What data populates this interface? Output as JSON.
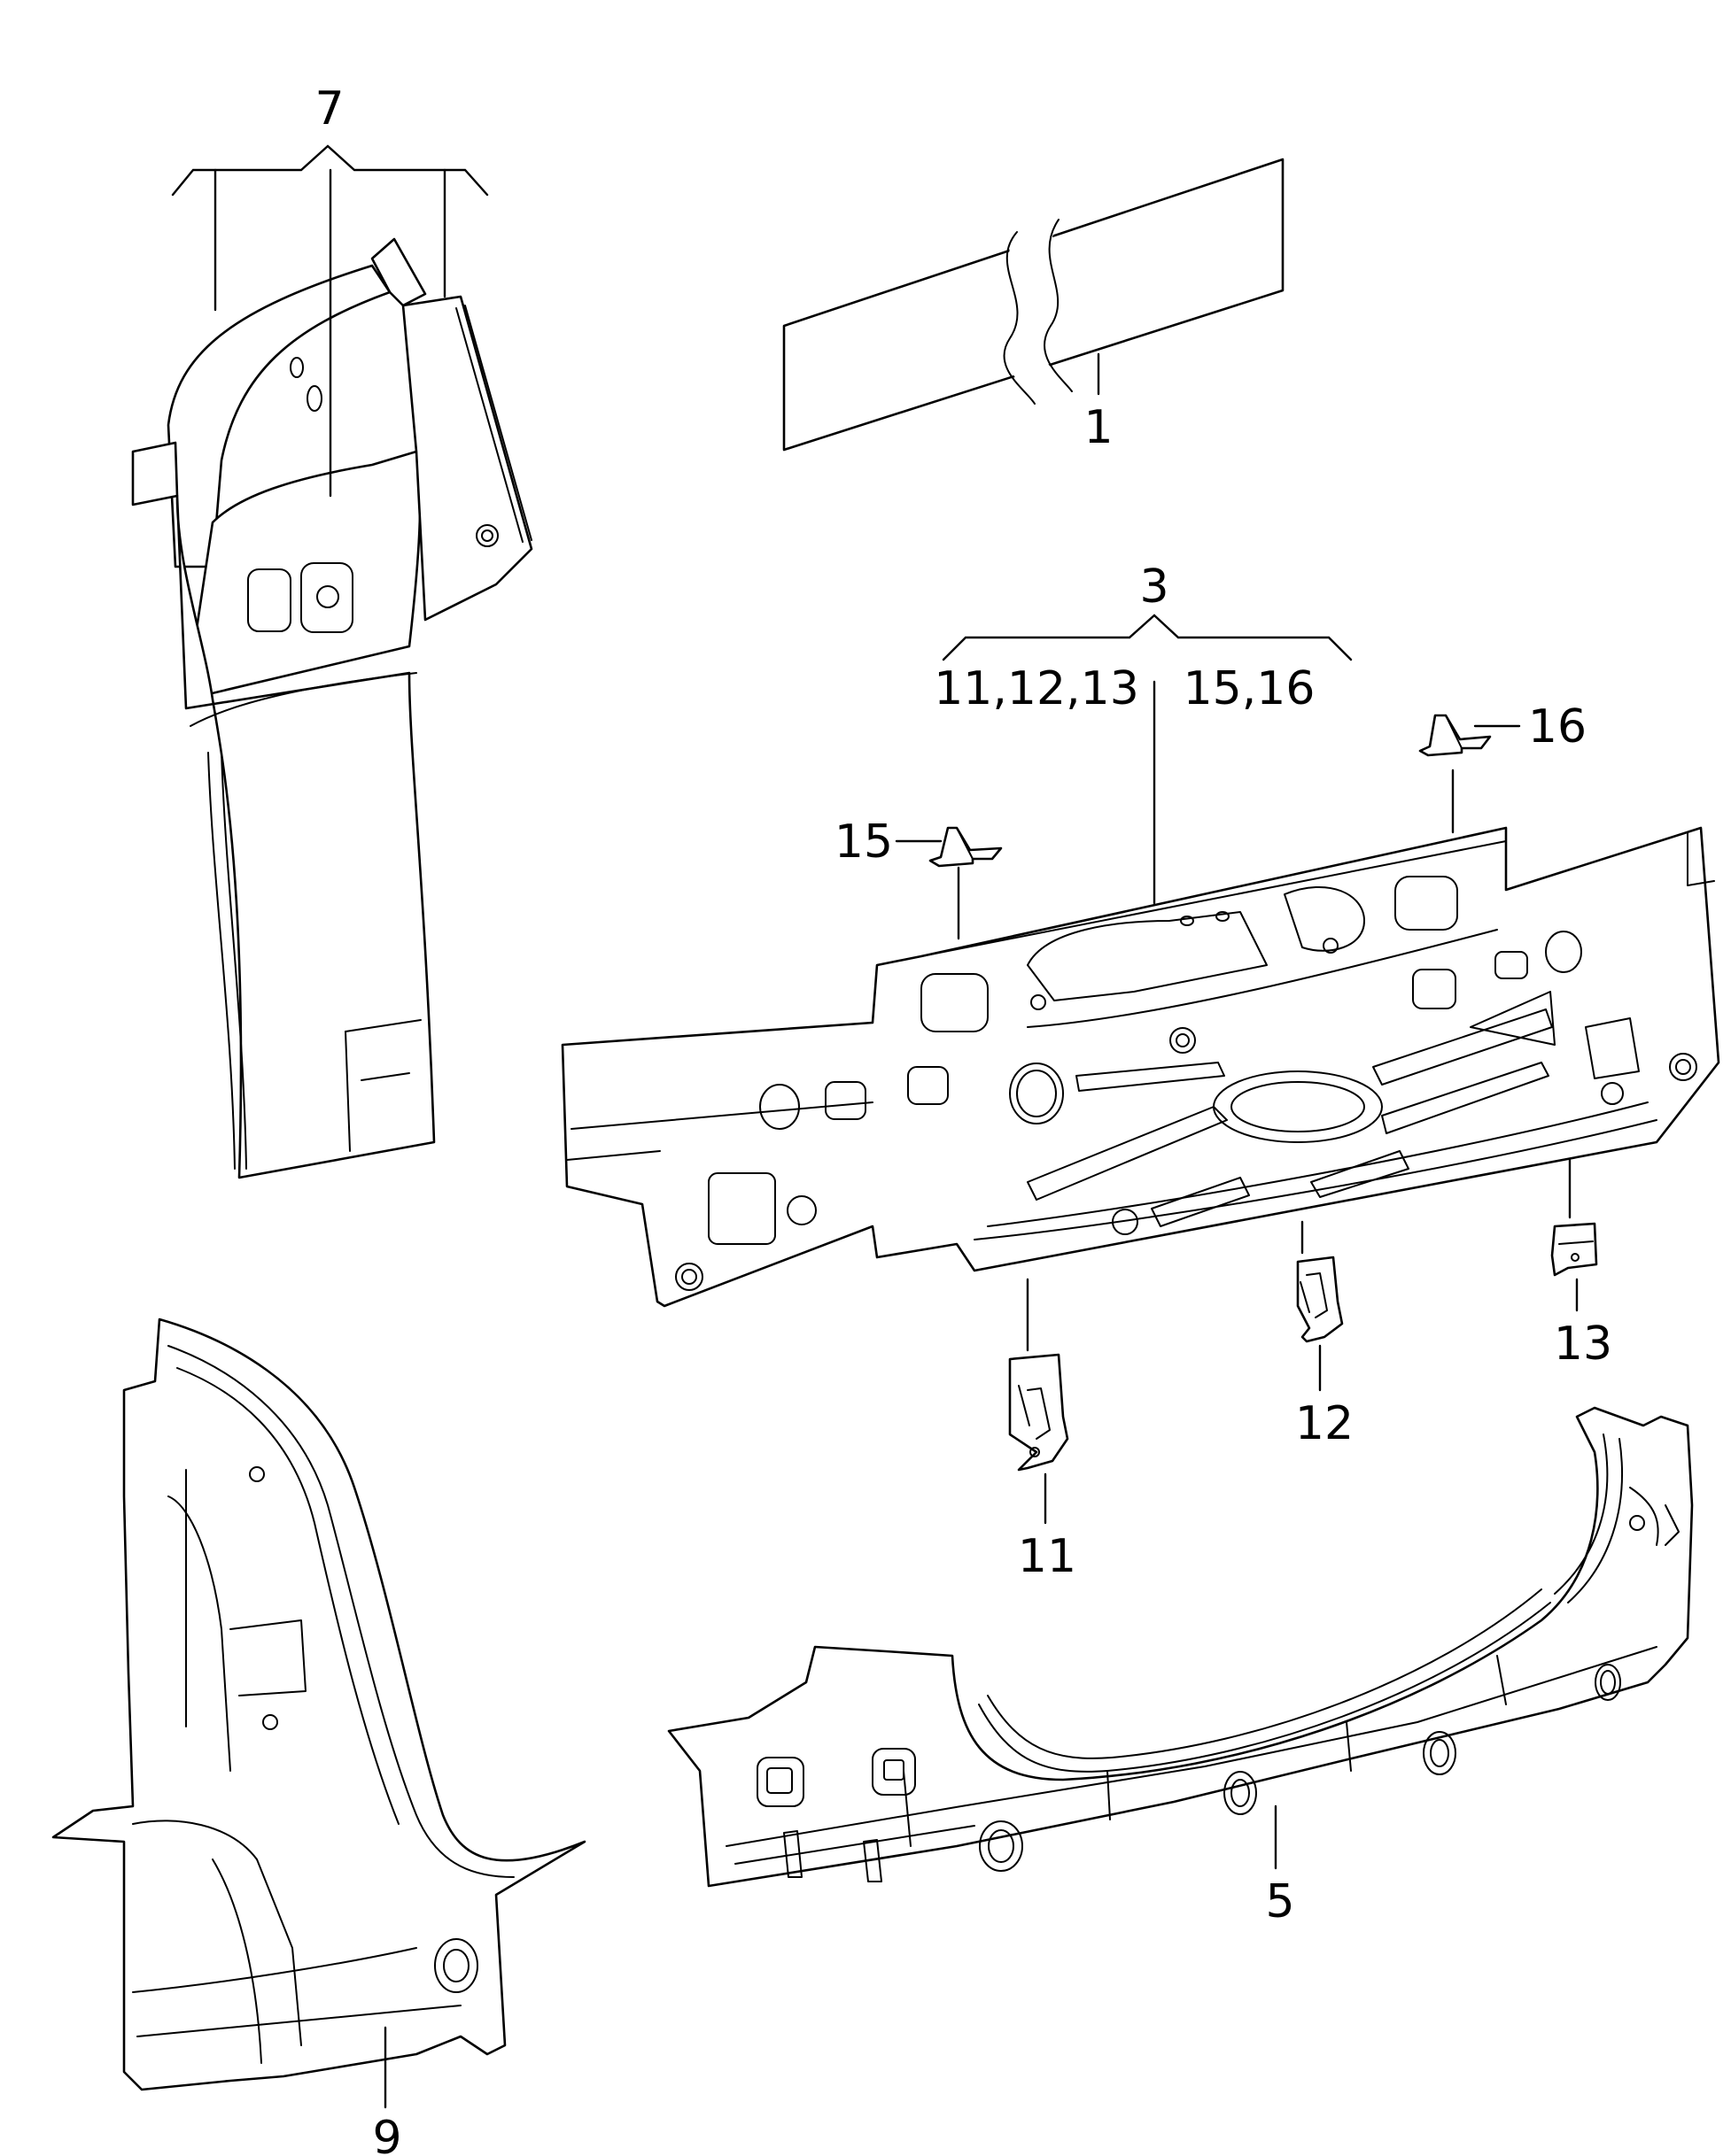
{
  "callouts": {
    "c1": "1",
    "c3": "3",
    "c3_left": "11,12,13",
    "c3_right": "15,16",
    "c5": "5",
    "c7": "7",
    "c9": "9",
    "c11": "11",
    "c12": "12",
    "c13": "13",
    "c15": "15",
    "c16": "16"
  },
  "colors": {
    "line": "#000000",
    "background": "#ffffff"
  }
}
